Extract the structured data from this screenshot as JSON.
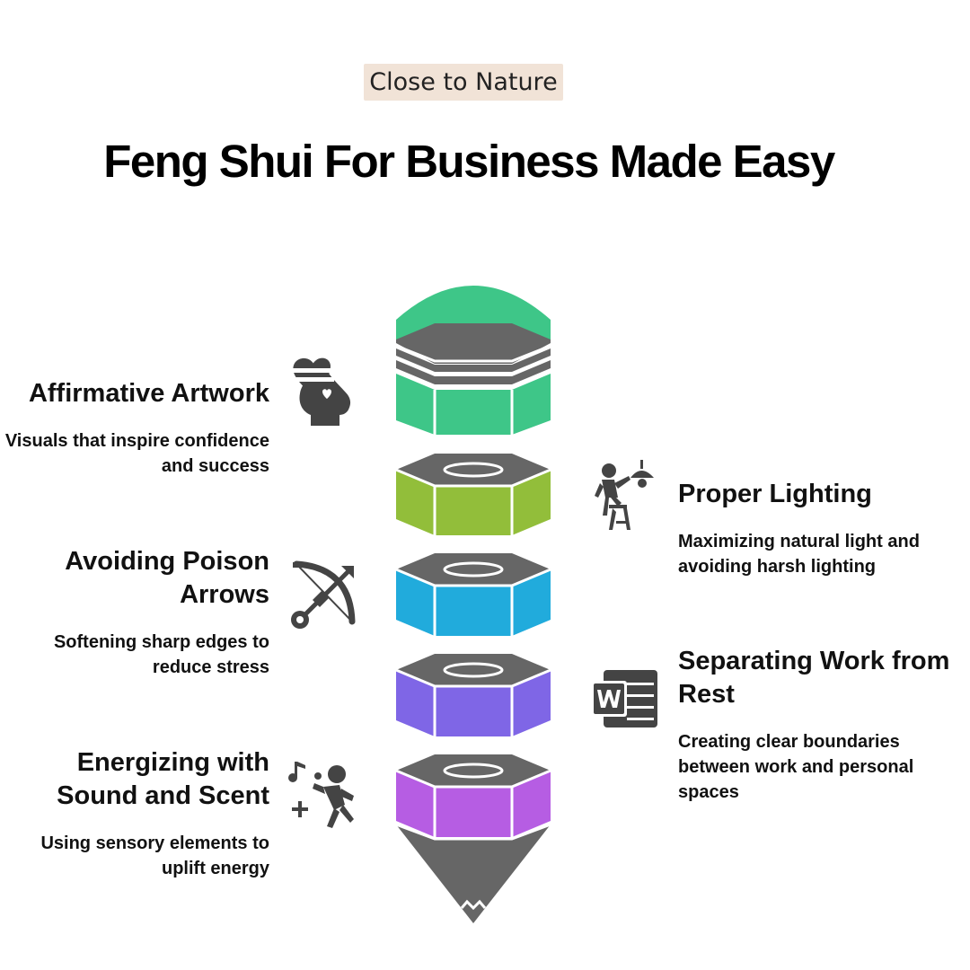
{
  "tag_label": "Close to Nature",
  "title": "Feng Shui For Business Made Easy",
  "colors": {
    "layer_top": "#3ec688",
    "layer_2": "#92be3a",
    "layer_3": "#21abdc",
    "layer_4": "#7f66e6",
    "layer_5": "#b65de3",
    "gray": "#666666",
    "icon": "#444444"
  },
  "items": [
    {
      "title": "Affirmative Artwork",
      "description": "Visuals that inspire confidence and success",
      "icon": "heart-head-icon",
      "side": "left"
    },
    {
      "title": "Proper Lighting",
      "description": "Maximizing natural light and avoiding harsh lighting",
      "icon": "lamp-person-icon",
      "side": "right"
    },
    {
      "title": "Avoiding Poison Arrows",
      "description": "Softening sharp edges to reduce stress",
      "icon": "bow-arrow-icon",
      "side": "left"
    },
    {
      "title": "Separating Work from Rest",
      "description": "Creating clear boundaries between work and personal spaces",
      "icon": "word-document-icon",
      "side": "right"
    },
    {
      "title": "Energizing with Sound and Scent",
      "description": "Using sensory elements to uplift energy",
      "icon": "dancing-music-icon",
      "side": "left"
    }
  ]
}
